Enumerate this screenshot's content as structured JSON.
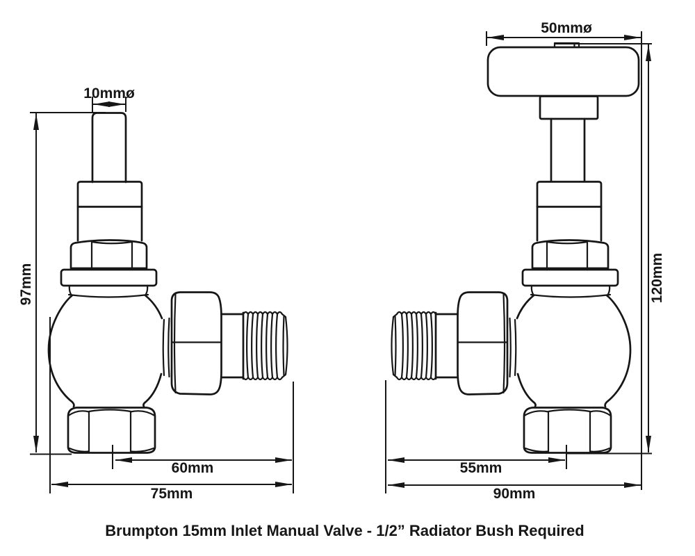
{
  "colors": {
    "line": "#161616",
    "background": "#ffffff"
  },
  "caption": "Brumpton 15mm Inlet Manual Valve - 1/2” Radiator Bush Required",
  "left_valve": {
    "dimensions": {
      "spindle_diameter": "10mmø",
      "overall_height": "97mm",
      "center_to_tail": "60mm",
      "overall_width": "75mm"
    }
  },
  "right_valve": {
    "dimensions": {
      "handwheel_diameter": "50mmø",
      "overall_height": "120mm",
      "center_to_tail": "55mm",
      "overall_width": "90mm"
    }
  }
}
